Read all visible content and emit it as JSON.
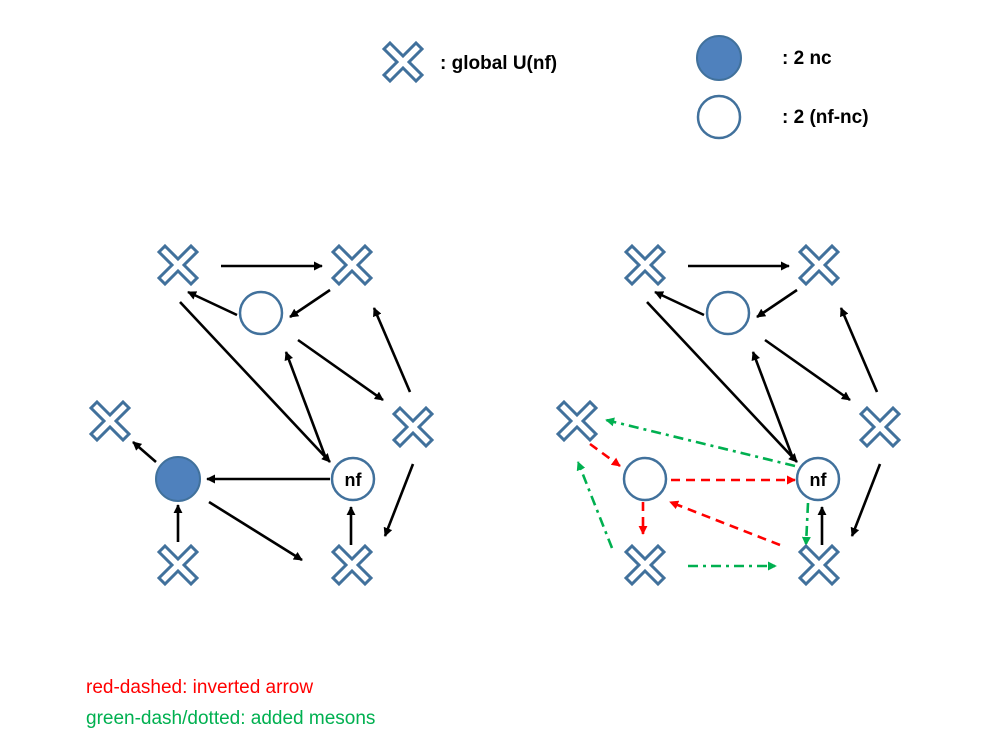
{
  "legend": {
    "global_symbol_label": ": global U(nf)",
    "filled_circle_label": ":  2 nc",
    "open_circle_label": ": 2  (nf-nc)"
  },
  "left_quiver": {
    "center_node_label": "nf"
  },
  "right_quiver": {
    "center_node_label": "nf"
  },
  "notes": {
    "red_note": "red-dashed: inverted arrow",
    "green_note": "green-dash/dotted: added mesons"
  },
  "colors": {
    "node_stroke": "#41719c",
    "filled_node": "#4f81bd",
    "arrow": "#000000",
    "inverted_arrow": "#ff0000",
    "added_meson": "#00b050"
  }
}
